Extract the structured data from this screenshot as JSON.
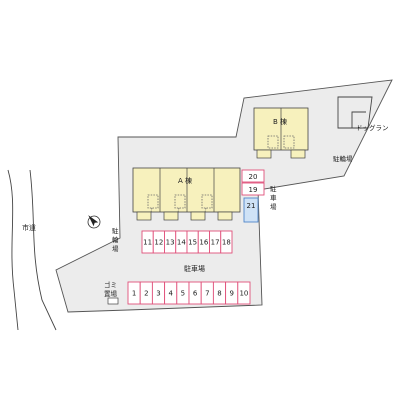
{
  "labels": {
    "city_road": "市道",
    "building_a": "A 棟",
    "building_b": "B 棟",
    "dog_run": "ドッグラン",
    "bike_parking_ne": "駐輪場",
    "bike_parking_w": [
      "駐",
      "輪",
      "場"
    ],
    "parking_e": [
      "駐",
      "車",
      "場"
    ],
    "parking_main": "駐車場",
    "garbage": [
      "ゴミ",
      "置場"
    ]
  },
  "parking_rows": {
    "top": [
      "11",
      "12",
      "13",
      "14",
      "15",
      "16",
      "17",
      "18"
    ],
    "bottom": [
      "1",
      "2",
      "3",
      "4",
      "5",
      "6",
      "7",
      "8",
      "9",
      "10"
    ],
    "east": [
      "20",
      "19"
    ],
    "east_special": "21"
  },
  "colors": {
    "lot_pink": "#e0507a",
    "lot_blue_fill": "#cfe2f6",
    "building_fill": "#f7f1bd",
    "site_fill": "#ececec"
  },
  "icons": {
    "north_arrow": "compass-north-icon"
  }
}
